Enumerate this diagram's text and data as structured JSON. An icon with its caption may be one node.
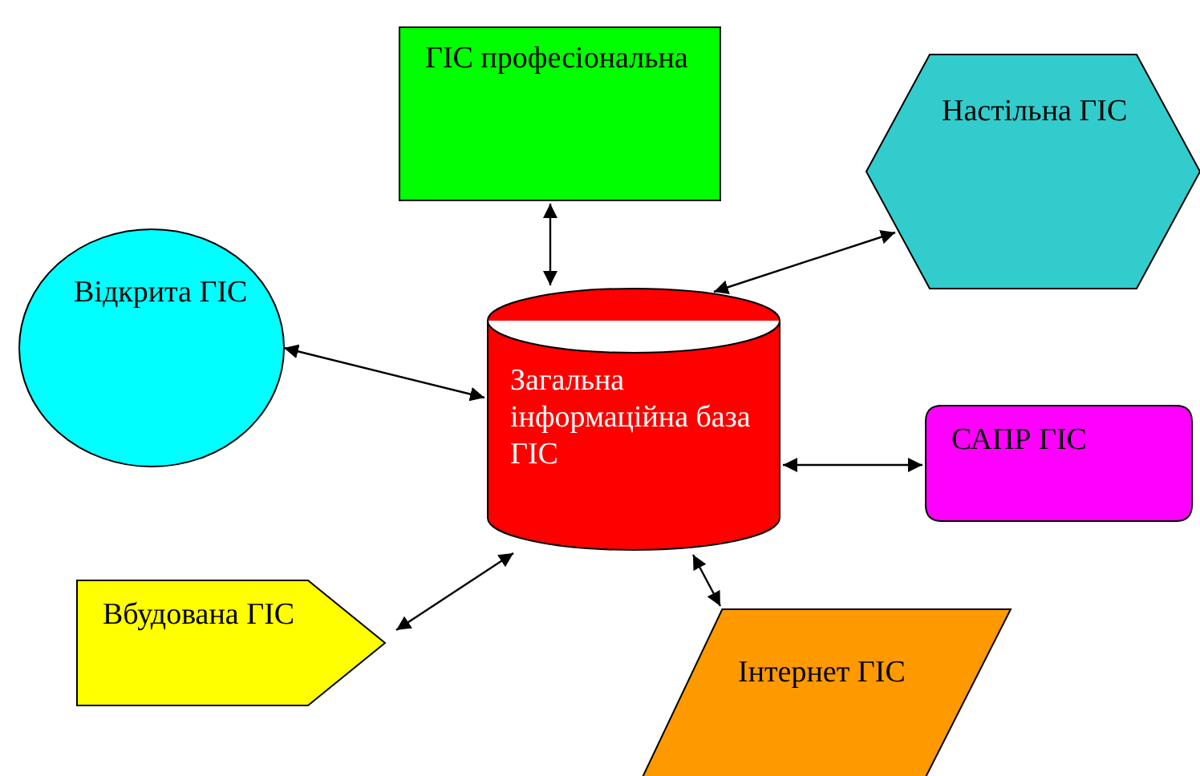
{
  "diagram": {
    "nodes": [
      {
        "text": [
          "ГІС професіональна"
        ]
      },
      {
        "text": [
          "Настільна ГІС"
        ]
      },
      {
        "text": [
          "Відкрита ГІС"
        ]
      },
      {
        "text": [
          "Загальна інформаційна база ГІС"
        ]
      },
      {
        "text": [
          "САПР ГІС"
        ]
      },
      {
        "text": [
          "Вбудована ГІС"
        ]
      },
      {
        "text": [
          "Інтернет ГІС"
        ]
      }
    ],
    "edges": [
      {
        "from": 0,
        "to": 3,
        "arrow": "both"
      },
      {
        "from": 3,
        "to": 1,
        "arrow": "both"
      },
      {
        "from": 2,
        "to": 3,
        "arrow": "both"
      },
      {
        "from": 3,
        "to": 4,
        "arrow": "both"
      },
      {
        "from": 5,
        "to": 3,
        "arrow": "both"
      },
      {
        "from": 3,
        "to": 6,
        "arrow": "both"
      }
    ]
  }
}
